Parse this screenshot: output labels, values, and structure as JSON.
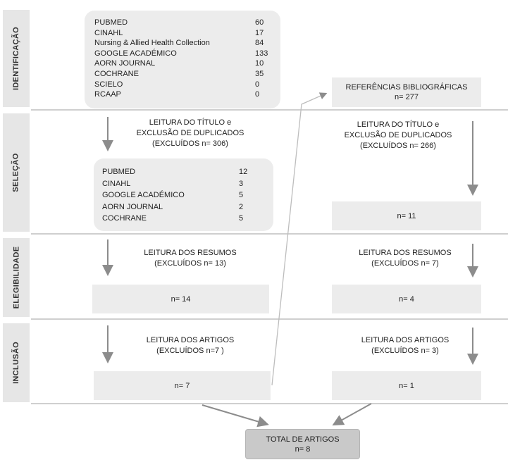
{
  "stages": {
    "identificacao": "IDENTIFICAÇÃO",
    "selecao": "SELEÇÃO",
    "elegibilidade": "ELEGIBILIDADE",
    "inclusao": "INCLUSÃO"
  },
  "databases": [
    {
      "name": "PUBMED",
      "n": "60"
    },
    {
      "name": "CINAHL",
      "n": "17"
    },
    {
      "name": "Nursing & Allied Health Collection",
      "n": "84"
    },
    {
      "name": "GOOGLE ACADÉMICO",
      "n": "133"
    },
    {
      "name": "AORN JOURNAL",
      "n": "10"
    },
    {
      "name": "COCHRANE",
      "n": "35"
    },
    {
      "name": "SCIELO",
      "n": "0"
    },
    {
      "name": "RCAAP",
      "n": "0"
    }
  ],
  "references": {
    "title": "REFERÊNCIAS BIBLIOGRÁFICAS",
    "n": "n= 277"
  },
  "left": {
    "selection_step": [
      "LEITURA DO TÍTULO e",
      "EXCLUSÃO DE DUPLICADOS",
      "(EXCLUÍDOS n= 306)"
    ],
    "selected": [
      {
        "name": "PUBMED",
        "n": "12"
      },
      {
        "name": "CINAHL",
        "n": "3"
      },
      {
        "name": "GOOGLE ACADÉMICO",
        "n": "5"
      },
      {
        "name": "AORN JOURNAL",
        "n": "2"
      },
      {
        "name": "COCHRANE",
        "n": "5"
      }
    ],
    "eligibility_step": [
      "LEITURA DOS RESUMOS",
      "(EXCLUÍDOS n= 13)"
    ],
    "eligibility_result": "n= 14",
    "inclusion_step": [
      "LEITURA DOS ARTIGOS",
      "(EXCLUÍDOS n=7 )"
    ],
    "inclusion_result": "n= 7"
  },
  "right": {
    "selection_step": [
      "LEITURA DO TÍTULO e",
      "EXCLUSÃO DE DUPLICADOS",
      "(EXCLUÍDOS n= 266)"
    ],
    "selection_result": "n= 11",
    "eligibility_step": [
      "LEITURA DOS RESUMOS",
      "(EXCLUÍDOS n= 7)"
    ],
    "eligibility_result": "n= 4",
    "inclusion_step": [
      "LEITURA DOS ARTIGOS",
      "(EXCLUÍDOS n= 3)"
    ],
    "inclusion_result": "n= 1"
  },
  "total": {
    "title": "TOTAL DE ARTIGOS",
    "n": "n= 8"
  }
}
